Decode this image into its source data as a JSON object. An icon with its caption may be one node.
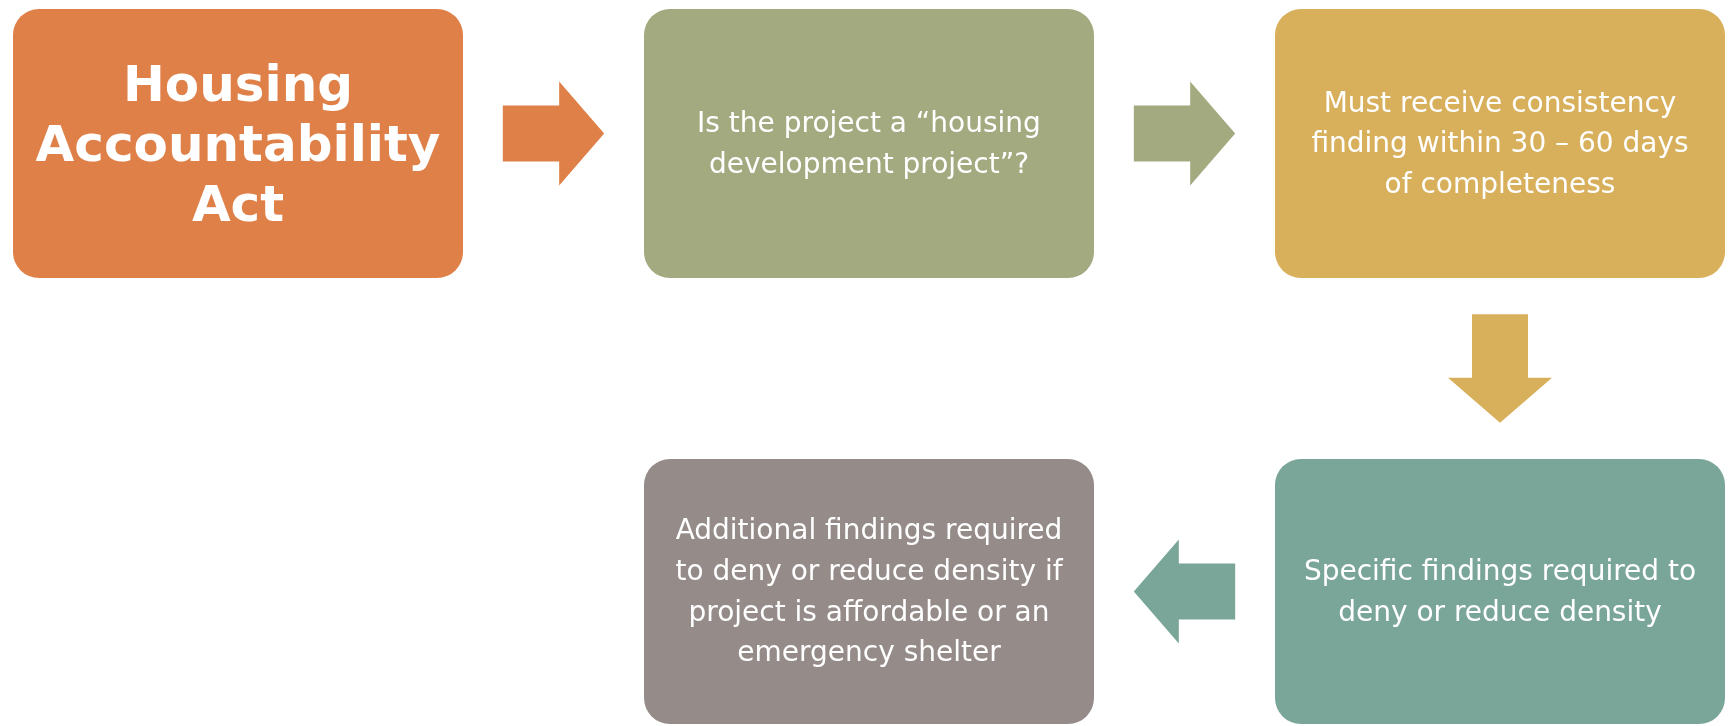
{
  "diagram": {
    "nodes": [
      {
        "text": [
          "Housing Accountability Act"
        ]
      },
      {
        "text": [
          "Is the project a “housing development project”?"
        ]
      },
      {
        "text": [
          "Must receive consistency finding within 30 – 60 days of completeness"
        ]
      },
      {
        "text": [
          "Specific findings required to deny or reduce density"
        ]
      },
      {
        "text": [
          "Additional findings required to deny or reduce density if project is affordable or an emergency shelter"
        ]
      }
    ],
    "edges": [
      {
        "from": 0,
        "to": 1,
        "arrow": "to",
        "style": "thick",
        "color": "#df8048"
      },
      {
        "from": 1,
        "to": 2,
        "arrow": "to",
        "style": "thick",
        "color": "#a4aa80"
      },
      {
        "from": 2,
        "to": 3,
        "arrow": "to",
        "style": "thick",
        "color": "#d8b05c"
      },
      {
        "from": 3,
        "to": 4,
        "arrow": "to",
        "style": "thick",
        "color": "#7aa699"
      }
    ]
  }
}
